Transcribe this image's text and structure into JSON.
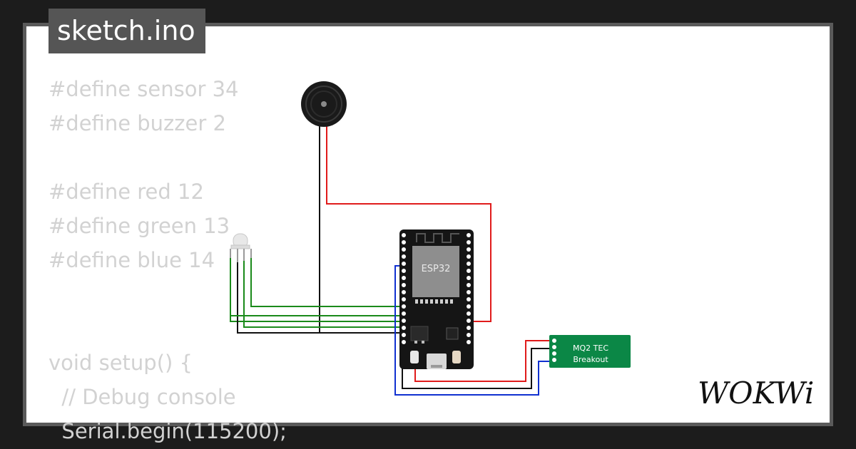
{
  "title": "sketch.ino",
  "code_lines": [
    "#define sensor 34",
    "#define buzzer 2",
    "",
    "#define red 12",
    "#define green 13",
    "#define blue 14",
    "",
    "",
    "void setup() {",
    "  // Debug console",
    "  Serial.begin(115200);"
  ],
  "board": {
    "label": "ESP32"
  },
  "sensor": {
    "line1": "MQ2 TEC",
    "line2": "Breakout",
    "color": "#0b8746"
  },
  "logo": {
    "text": "WOKWi"
  },
  "colors": {
    "red_wire": "#e01b1b",
    "green_wire": "#1a8a1a",
    "black_wire": "#111111",
    "blue_wire": "#1030d0"
  }
}
